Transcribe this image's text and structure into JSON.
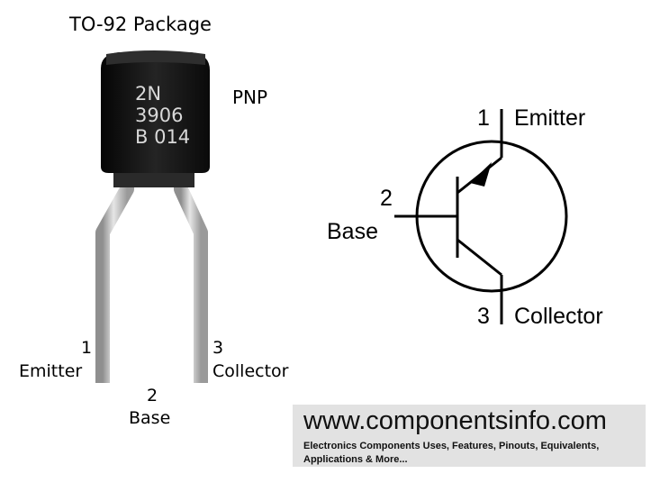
{
  "package": {
    "title": "TO-92 Package",
    "type": "PNP",
    "marking": [
      "2N",
      "3906",
      "B 014"
    ],
    "pins": [
      {
        "number": "1",
        "name": "Emitter"
      },
      {
        "number": "2",
        "name": "Base"
      },
      {
        "number": "3",
        "name": "Collector"
      }
    ]
  },
  "symbol": {
    "pins": [
      {
        "number": "1",
        "name": "Emitter"
      },
      {
        "number": "2",
        "name": "Base"
      },
      {
        "number": "3",
        "name": "Collector"
      }
    ]
  },
  "banner": {
    "url": "www.componentsinfo.com",
    "tagline": "Electronics Components Uses, Features, Pinouts, Equivalents, Applications & More..."
  },
  "colors": {
    "body": "#141414",
    "leads": "#b9b9b9",
    "banner_bg": "#e2e2e2"
  }
}
